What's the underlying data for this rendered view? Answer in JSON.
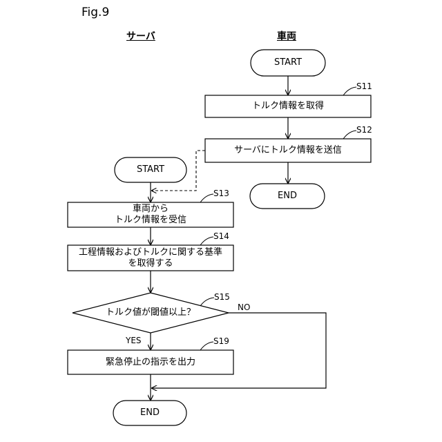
{
  "figure_title": "Fig.9",
  "lanes": {
    "server": "サーバ",
    "vehicle": "車両"
  },
  "vehicle_flow": {
    "start": "START",
    "s11": {
      "step": "S11",
      "text": "トルク情報を取得"
    },
    "s12": {
      "step": "S12",
      "text": "サーバにトルク情報を送信"
    },
    "end": "END"
  },
  "server_flow": {
    "start": "START",
    "s13": {
      "step": "S13",
      "line1": "車両から",
      "line2": "トルク情報を受信"
    },
    "s14": {
      "step": "S14",
      "line1": "工程情報およびトルクに関する基準",
      "line2": "を取得する"
    },
    "s15": {
      "step": "S15",
      "text": "トルク値が閾値以上？",
      "yes": "YES",
      "no": "NO"
    },
    "s19": {
      "step": "S19",
      "text": "緊急停止の指示を出力"
    },
    "end": "END"
  }
}
